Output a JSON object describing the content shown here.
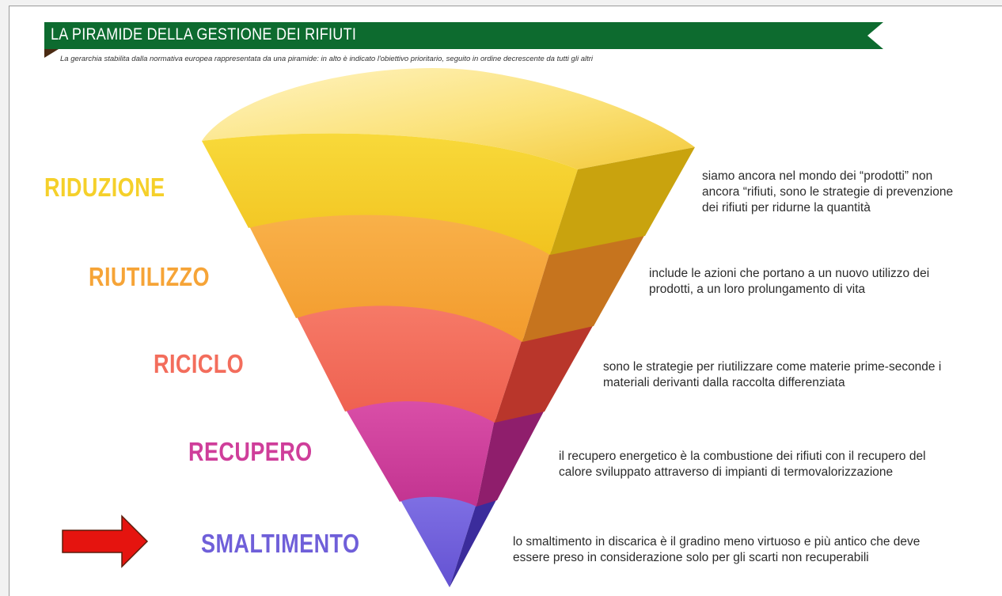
{
  "header": {
    "title": "LA PIRAMIDE DELLA GESTIONE DEI RIFIUTI",
    "subtitle": "La gerarchia stabilita dalla normativa europea rappresentata da una piramide: in alto è indicato l'obiettivo prioritario, seguito in ordine decrescente da tutti gli altri"
  },
  "colors": {
    "banner": "#0d6b2f",
    "riduzione": "#f5d02a",
    "riutilizzo": "#f6a437",
    "riciclo": "#f36d5c",
    "recupero": "#cf3e9a",
    "smaltimento": "#6f5fd9",
    "arrow": "#e5140f"
  },
  "levels": [
    {
      "name": "RIDUZIONE",
      "description": [
        "siamo ancora nel mondo dei “prodotti” non",
        "ancora “rifiuti, sono le strategie di prevenzione",
        "dei rifiuti per ridurne la quantità"
      ]
    },
    {
      "name": "RIUTILIZZO",
      "description": [
        "include le azioni che portano a un nuovo utilizzo dei",
        "prodotti, a un loro prolungamento di vita"
      ]
    },
    {
      "name": "RICICLO",
      "description": [
        "sono le strategie per riutilizzare come materie prime-seconde i",
        "materiali derivanti dalla raccolta differenziata"
      ]
    },
    {
      "name": "RECUPERO",
      "description": [
        "il recupero energetico è la combustione dei rifiuti con il recupero del",
        "calore sviluppato attraverso di impianti di termovalorizzazione"
      ]
    },
    {
      "name": "SMALTIMENTO",
      "description": [
        "lo smaltimento in discarica è il gradino meno virtuoso e più antico che deve",
        "essere preso in considerazione solo per gli scarti non recuperabili"
      ]
    }
  ],
  "pointer": {
    "icon": "arrow-right-icon",
    "target": "SMALTIMENTO"
  }
}
